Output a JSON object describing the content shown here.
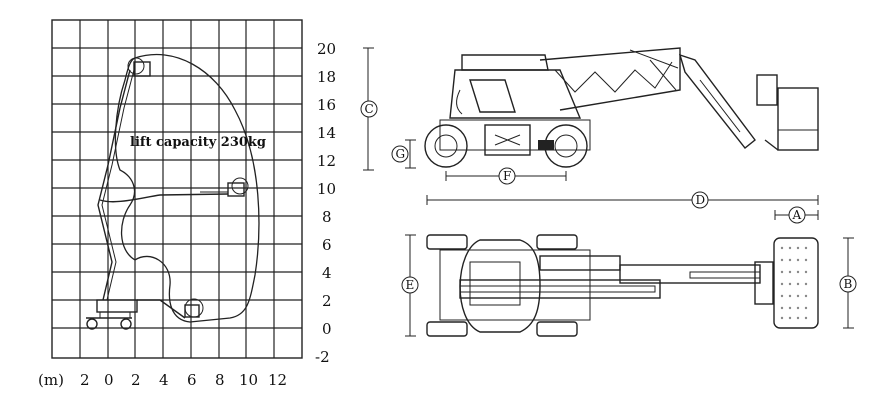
{
  "working_range": {
    "y_ticks": [
      "20",
      "18",
      "16",
      "14",
      "12",
      "10",
      "8",
      "6",
      "4",
      "2",
      "0",
      "-2"
    ],
    "x_unit": "(m)",
    "x_ticks": [
      "2",
      "0",
      "2",
      "4",
      "6",
      "8",
      "10",
      "12"
    ],
    "capacity_label": "lift capacity 230kg"
  },
  "dimensions": {
    "A": "A",
    "B": "B",
    "C": "C",
    "D": "D",
    "E": "E",
    "F": "F",
    "G": "G"
  },
  "icons": [
    "articulated-boom-lift-side-view",
    "articulated-boom-lift-top-view",
    "tire-icon",
    "platform-basket-icon"
  ]
}
